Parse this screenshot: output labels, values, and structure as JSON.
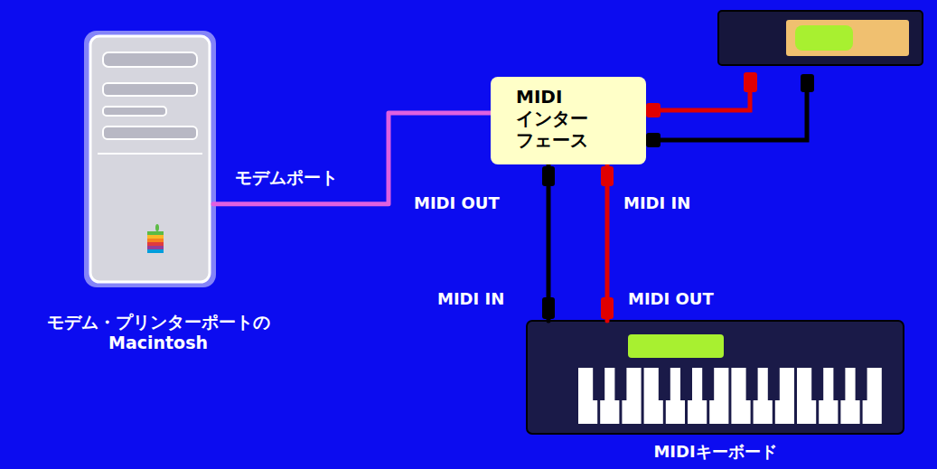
{
  "diagram": {
    "nodes": [
      {
        "text": [
          "モデム・プリンターポートの Macintosh"
        ]
      },
      {
        "text": [
          "MIDI インター フェース"
        ]
      },
      {
        "text": [
          "MIDIキーボード"
        ]
      }
    ],
    "edges": [
      {
        "from": 0,
        "to": 1,
        "arrow": "none",
        "label": "モデムポート"
      },
      {
        "from": 1,
        "to": 2,
        "arrow": "none"
      },
      {
        "from": 2,
        "to": 1,
        "arrow": "none"
      }
    ],
    "labels": [
      "MIDI OUT",
      "MIDI IN",
      "MIDI IN",
      "MIDI OUT"
    ]
  }
}
